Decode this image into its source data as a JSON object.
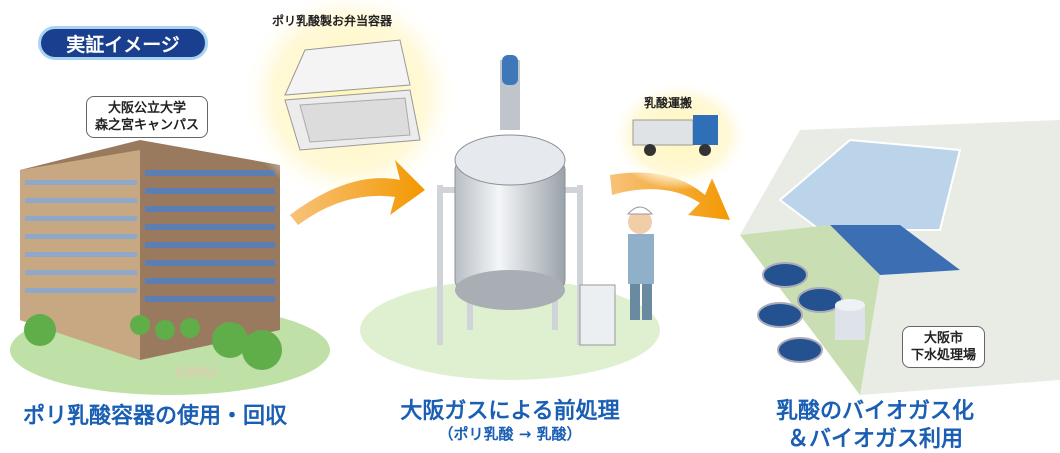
{
  "badge": {
    "label": "実証イメージ"
  },
  "container_label": "ポリ乳酸製お弁当容器",
  "campus_callout": {
    "line1": "大阪公立大学",
    "line2": "森之宮キャンパス"
  },
  "transport_label": "乳酸運搬",
  "plant_callout": {
    "line1": "大阪市",
    "line2": "下水処理場"
  },
  "building_sign": "OMU",
  "steps": [
    {
      "title": "ポリ乳酸容器の使用・回収"
    },
    {
      "title": "大阪ガスによる前処理",
      "subtitle": "（ポリ乳酸 → 乳酸）"
    },
    {
      "title_line1": "乳酸のバイオガス化",
      "title_line2": "＆バイオガス利用"
    }
  ],
  "colors": {
    "caption": "#1a5fb4",
    "badge": "#1b3f8f",
    "arrow": "#f39800",
    "glow": "#fff3b0"
  }
}
